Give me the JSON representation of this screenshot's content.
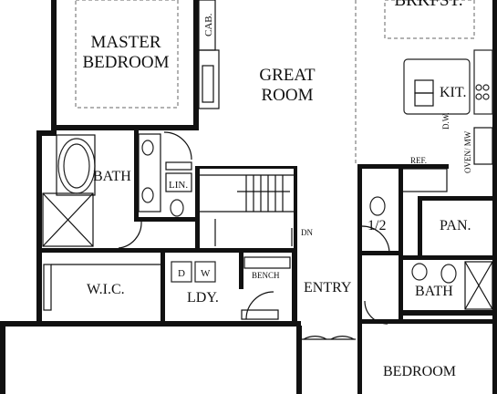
{
  "plan": {
    "rooms": {
      "master_bedroom": [
        "MASTER",
        "BEDROOM"
      ],
      "great_room": [
        "GREAT",
        "ROOM"
      ],
      "bath": "BATH",
      "wic": "W.I.C.",
      "laundry": "LDY.",
      "entry": "ENTRY",
      "bedroom": "BEDROOM",
      "kitchen": "KIT.",
      "pantry": "PAN.",
      "half_bath": "1/2",
      "bath2": "BATH",
      "breakfast": "BRKFST."
    },
    "fixtures": {
      "cabinet": "CAB.",
      "linen": "LIN.",
      "dryer": "D",
      "washer": "W",
      "bench": "BENCH",
      "down": "DN",
      "refrigerator": "REF.",
      "dishwasher": "D.W.",
      "oven_mw": "OVEN/ MW"
    }
  }
}
